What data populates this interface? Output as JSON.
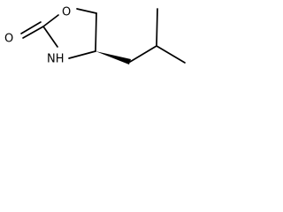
{
  "molecule": {
    "atoms": {
      "ring_oxygen": "O",
      "carbonyl_oxygen": "O",
      "nitrogen": "NH"
    }
  }
}
